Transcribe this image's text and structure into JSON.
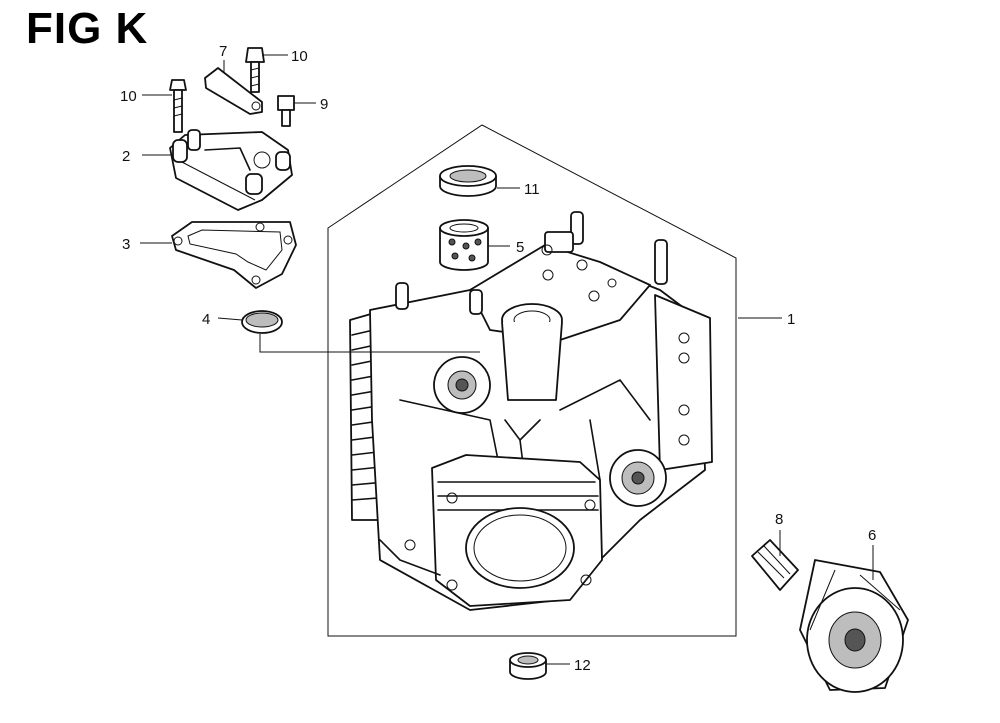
{
  "figure": {
    "title": "FIG K"
  },
  "callouts": [
    {
      "id": "c1",
      "label": "1"
    },
    {
      "id": "c2",
      "label": "2"
    },
    {
      "id": "c3",
      "label": "3"
    },
    {
      "id": "c4",
      "label": "4"
    },
    {
      "id": "c5",
      "label": "5"
    },
    {
      "id": "c6",
      "label": "6"
    },
    {
      "id": "c7",
      "label": "7"
    },
    {
      "id": "c8",
      "label": "8"
    },
    {
      "id": "c9",
      "label": "9"
    },
    {
      "id": "c10a",
      "label": "10"
    },
    {
      "id": "c10b",
      "label": "10"
    },
    {
      "id": "c11",
      "label": "11"
    },
    {
      "id": "c12",
      "label": "12"
    }
  ]
}
